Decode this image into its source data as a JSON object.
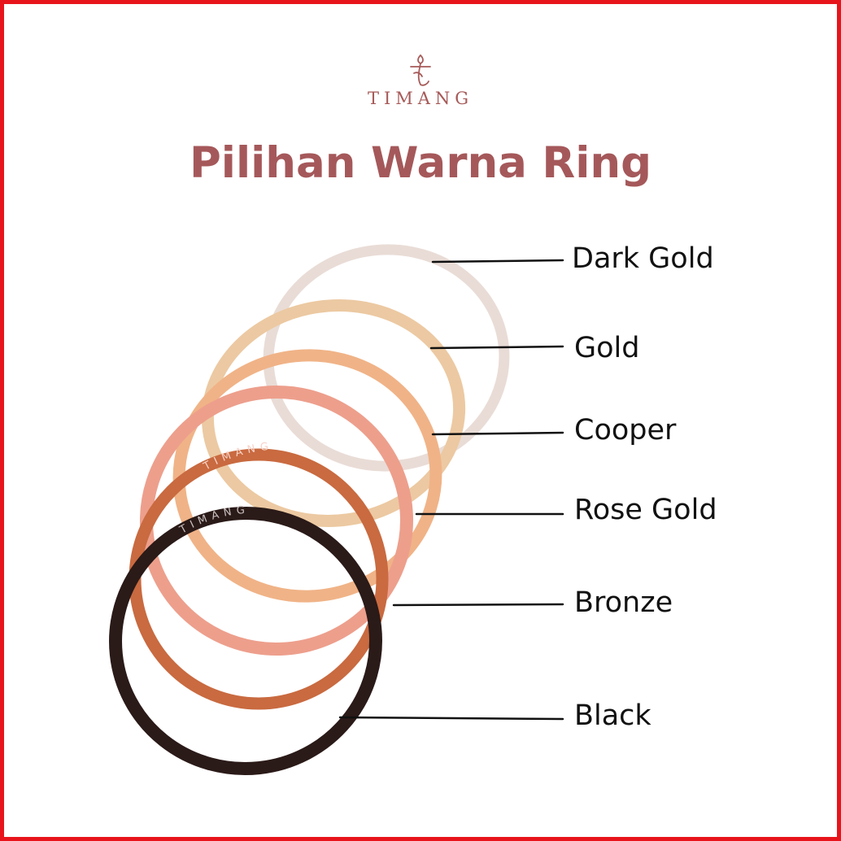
{
  "brand": {
    "name": "TIMANG",
    "ring_engraving": "TIMANG",
    "color": "#a65a58"
  },
  "title": "Pilihan Warna Ring",
  "title_color": "#a5585a",
  "frame_color": "#e8141b",
  "rings": [
    {
      "label": "Dark Gold",
      "color": "#e9dcd6"
    },
    {
      "label": "Gold",
      "color": "#ecc9a2"
    },
    {
      "label": "Cooper",
      "color": "#f0b387"
    },
    {
      "label": "Rose Gold",
      "color": "#ed9f8c"
    },
    {
      "label": "Bronze",
      "color": "#c96a40"
    },
    {
      "label": "Black",
      "color": "#2a1a18"
    }
  ]
}
